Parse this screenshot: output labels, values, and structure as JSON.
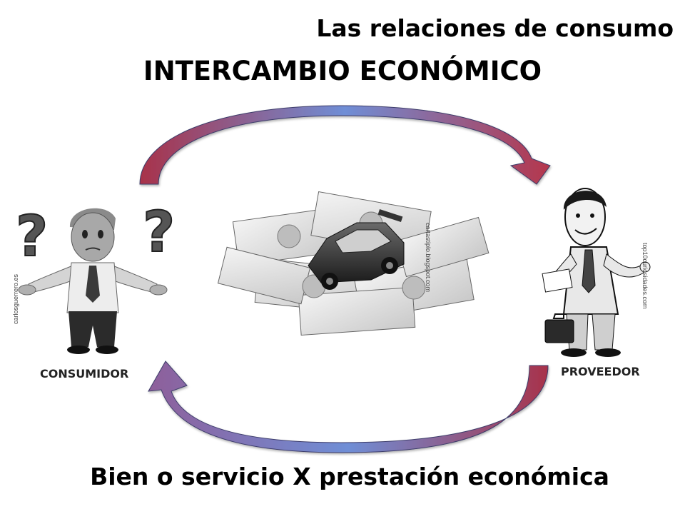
{
  "slide": {
    "title": "Las relaciones de consumo",
    "subtitle": "INTERCAMBIO ECONÓMICO",
    "footer": "Bien o servicio X prestación económica"
  },
  "roles": {
    "consumer": "CONSUMIDOR",
    "provider": "PROVEEDOR"
  },
  "credits": {
    "left": "carlosguerrero.es",
    "center": "cartastiplo.blogspot.com",
    "right": "top10curiosidades.com"
  },
  "colors": {
    "arrow_start": "#a8324a",
    "arrow_end": "#6f8ed6",
    "background": "#ffffff"
  },
  "icons": [
    "question-mark-icon",
    "banknote-icon",
    "toy-car-icon",
    "briefcase-icon"
  ]
}
